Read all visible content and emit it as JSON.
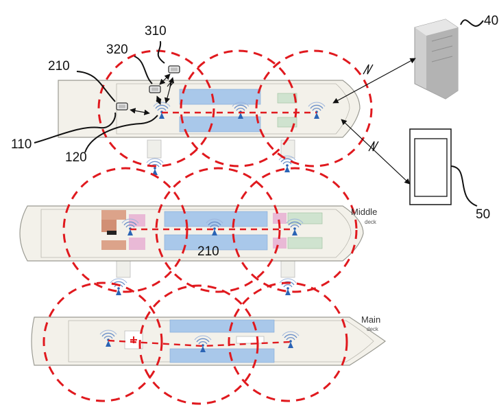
{
  "labels": {
    "ref_310": "310",
    "ref_320": "320",
    "ref_210_top": "210",
    "ref_110": "110",
    "ref_120": "120",
    "ref_40": "40",
    "ref_50": "50",
    "ref_210_middle": "210"
  },
  "decks": {
    "middle_title": "Middle",
    "middle_sub": "deck",
    "main_title": "Main",
    "main_sub": "deck"
  },
  "colors": {
    "coverage": "#e0191e",
    "access_point": "#2a64b5",
    "seating": "#a9c8ea",
    "hull": "#f3f1ea"
  },
  "icons": {
    "access_point": "wifi-access-point-icon",
    "server": "server-rack-icon",
    "terminal": "terminal-device-icon",
    "sensor": "sensor-tag-icon",
    "lightning": "wireless-link-icon"
  }
}
